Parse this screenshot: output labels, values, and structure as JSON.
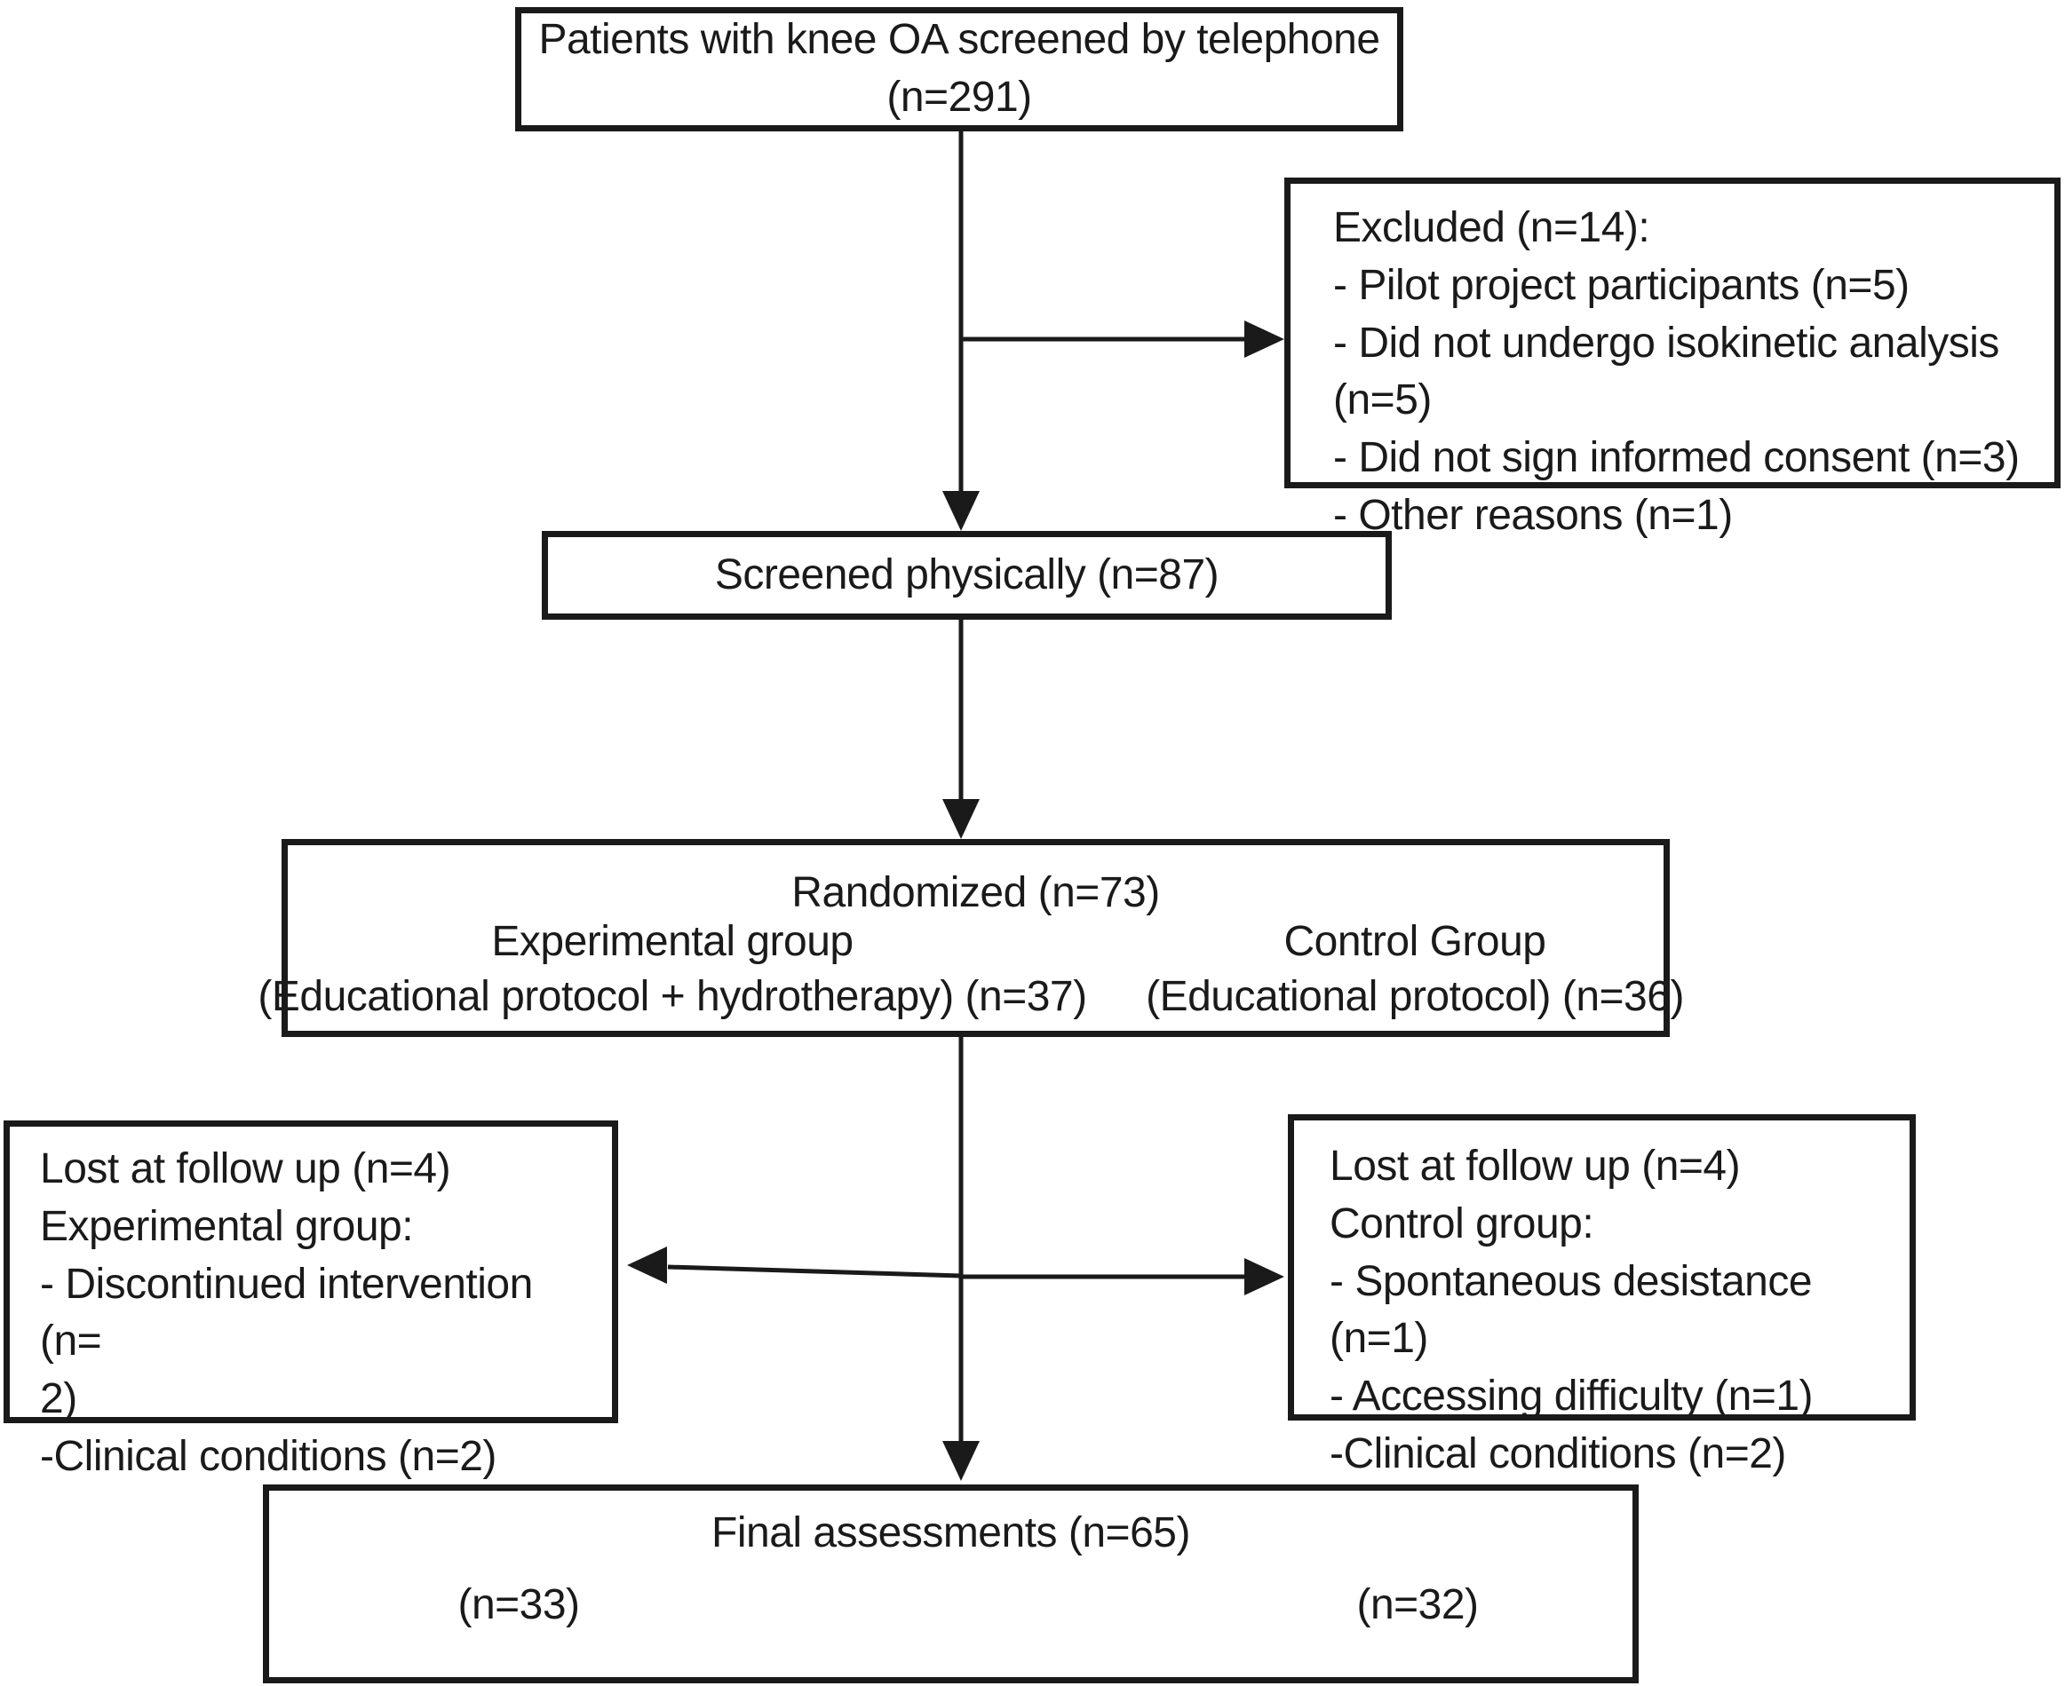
{
  "flowchart": {
    "telephone_box": {
      "line1": "Patients with knee OA screened by telephone",
      "line2": "(n=291)"
    },
    "excluded_box": {
      "title": "Excluded (n=14):",
      "items": [
        "- Pilot project participants (n=5)",
        "- Did not undergo isokinetic analysis (n=5)",
        "- Did not sign informed consent (n=3)",
        "- Other reasons (n=1)"
      ]
    },
    "screened_box": {
      "label": "Screened physically (n=87)"
    },
    "randomized_box": {
      "title": "Randomized (n=73)",
      "experimental": {
        "line1": "Experimental group",
        "line2": "(Educational protocol + hydrotherapy) (n=37)"
      },
      "control": {
        "line1": "Control Group",
        "line2": "(Educational protocol) (n=36)"
      }
    },
    "lost_experimental_box": {
      "title": "Lost at follow up (n=4)",
      "subtitle": "Experimental group:",
      "items": [
        "- Discontinued intervention (n=\n2)",
        "-Clinical conditions (n=2)"
      ]
    },
    "lost_control_box": {
      "title": "Lost at follow up (n=4)",
      "subtitle": "Control group:",
      "items": [
        "- Spontaneous desistance (n=1)",
        "- Accessing difficulty (n=1)",
        "-Clinical conditions (n=2)"
      ]
    },
    "final_box": {
      "title": "Final assessments (n=65)",
      "experimental_n": "(n=33)",
      "control_n": "(n=32)"
    },
    "line_color": "#1a1a1a"
  }
}
